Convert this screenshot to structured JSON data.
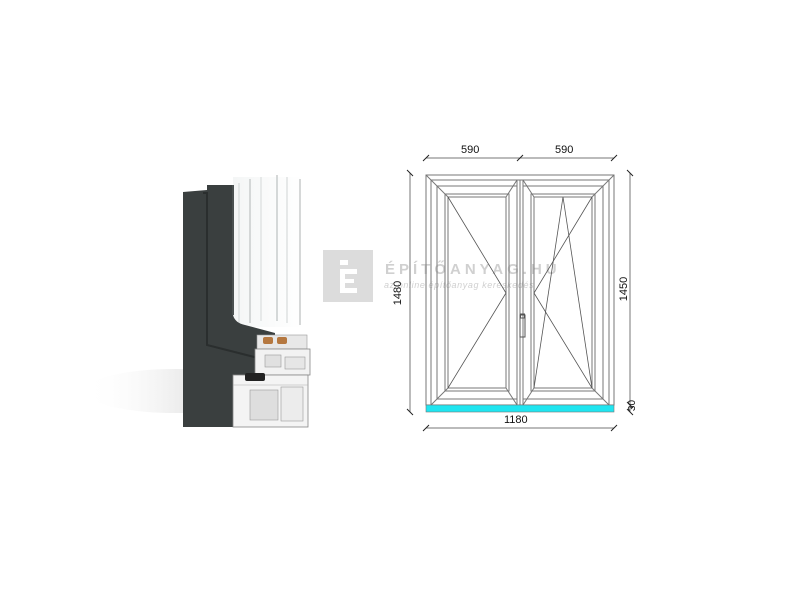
{
  "watermark": {
    "brand": "ÉPÍTŐANYAG.HU",
    "tagline": "az online építőanyag kereskedés",
    "logo_letter": "É"
  },
  "product_image": {
    "subject": "window-profile-cross-section",
    "frame_color": "#3a3f3f",
    "profile_color": "#f2f2f2"
  },
  "drawing": {
    "dimensions": {
      "top_left_sash_width": "590",
      "top_right_sash_width": "590",
      "total_width": "1180",
      "total_height": "1480",
      "frame_height": "1450",
      "sill_height": "30"
    },
    "sashes": [
      {
        "position": "left",
        "opening": "turn"
      },
      {
        "position": "right",
        "opening": "tilt-turn"
      }
    ],
    "sill_color": "#1fe5f0",
    "line_color": "#777777"
  }
}
